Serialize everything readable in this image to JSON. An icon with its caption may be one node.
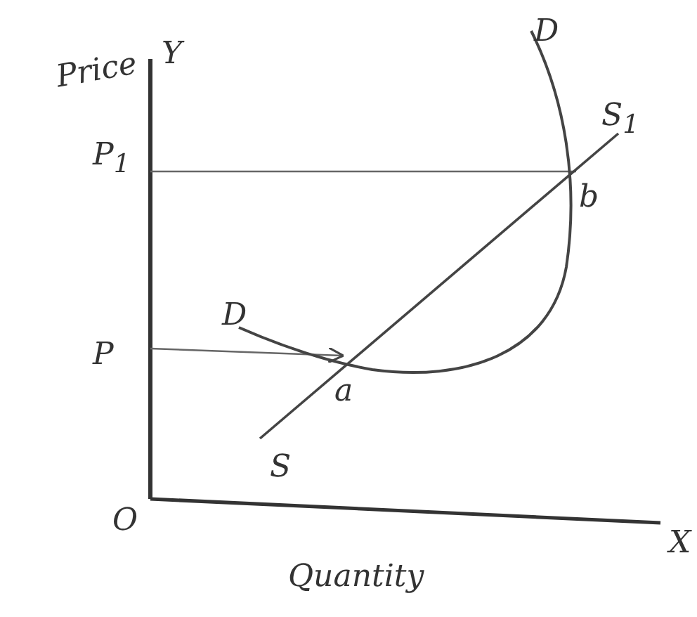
{
  "diagram": {
    "labels": [
      "Price",
      "Y",
      "D",
      "P$_{1}$",
      "S$_{1}$",
      "b",
      "D",
      "P",
      "a",
      "S",
      "O",
      "Quantity",
      "X"
    ]
  }
}
